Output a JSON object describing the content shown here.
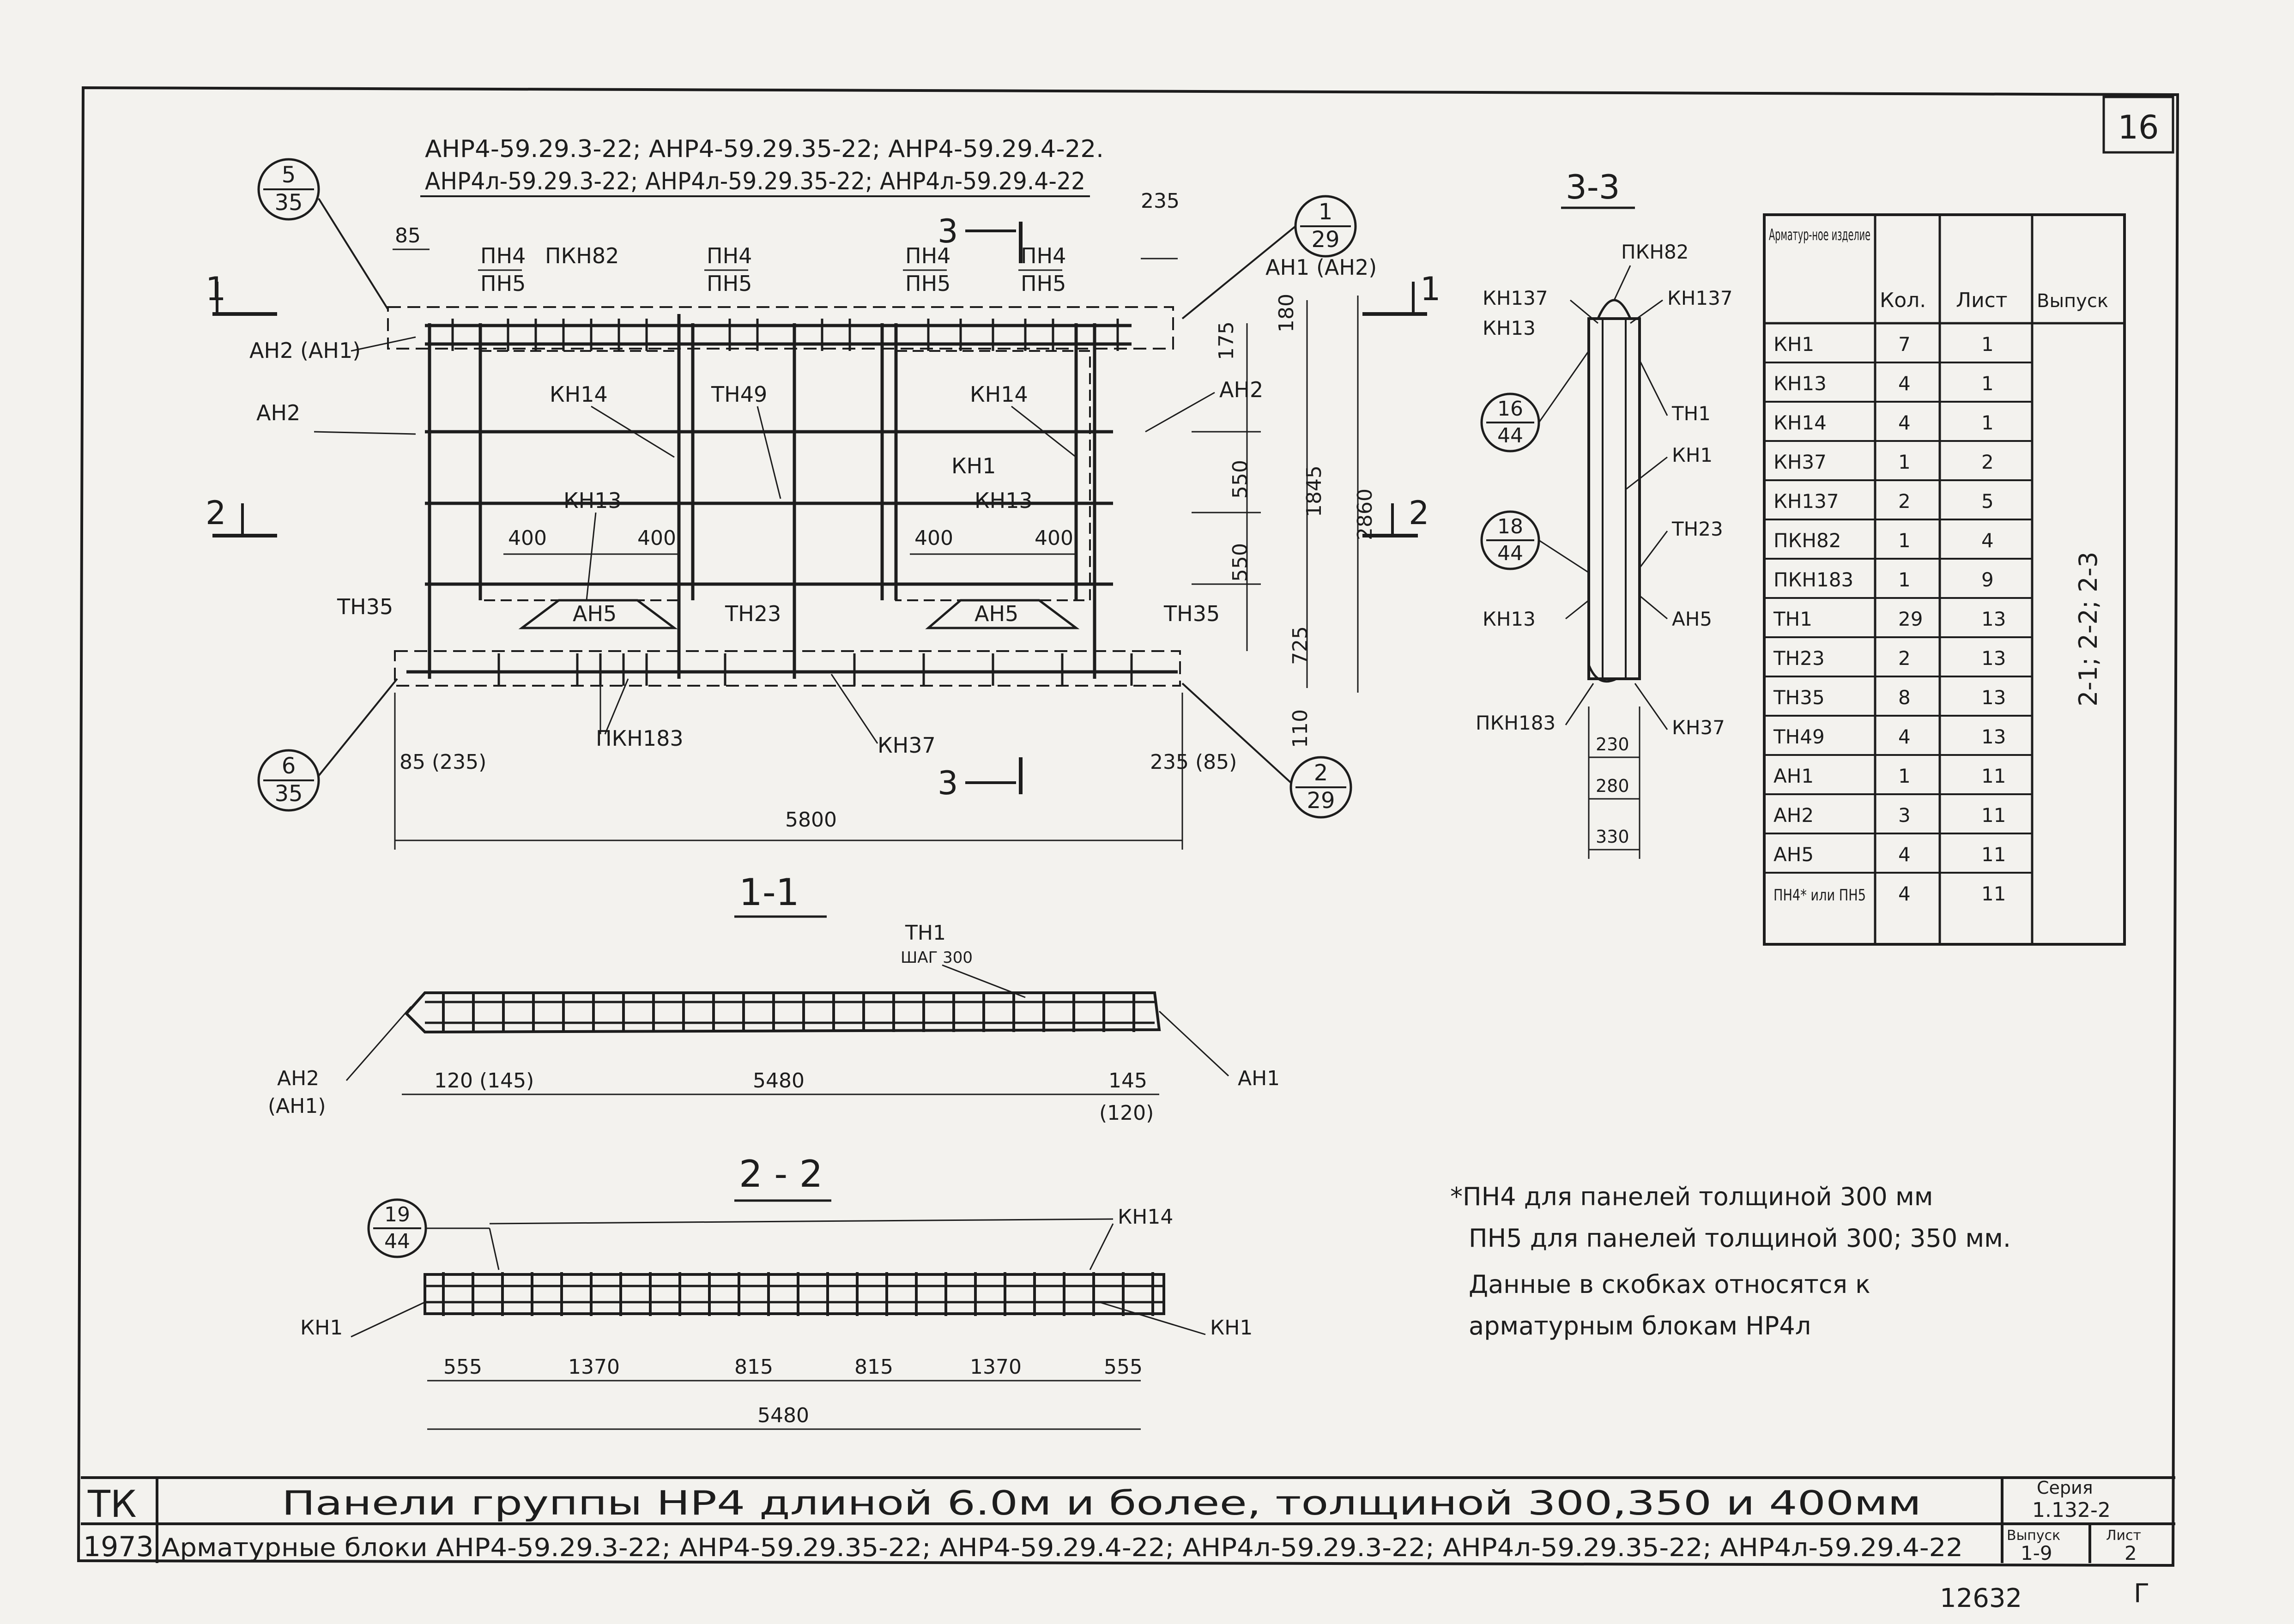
{
  "sheet_number": "16",
  "bottom_code": "12632",
  "bottom_mark": "Г",
  "top_captions": [
    "АНР4-59.29.3-22; АНР4-59.29.35-22; АНР4-59.29.4-22.",
    "АНР4л-59.29.3-22; АНР4л-59.29.35-22; АНР4л-59.29.4-22"
  ],
  "section_cuts": {
    "s1": "1",
    "s2": "2",
    "s3": "3"
  },
  "callouts": {
    "c5_35": {
      "top": "5",
      "bottom": "35"
    },
    "c1_29": {
      "top": "1",
      "bottom": "29"
    },
    "c6_35": {
      "top": "6",
      "bottom": "35"
    },
    "c2_29": {
      "top": "2",
      "bottom": "29"
    },
    "c16_44": {
      "top": "16",
      "bottom": "44"
    },
    "c18_44": {
      "top": "18",
      "bottom": "44"
    },
    "c19_44": {
      "top": "19",
      "bottom": "44"
    }
  },
  "elevation": {
    "labels": {
      "pn4_a": "ПН4",
      "pn5_a": "ПН5",
      "pkn82": "ПКН82",
      "pn4_b": "ПН4",
      "pn5_b": "ПН5",
      "pn4_c": "ПН4",
      "pn5_c": "ПН5",
      "pn4_d": "ПН4",
      "pn5_d": "ПН5",
      "an2_an1": "АН2 (АН1)",
      "an1_an2": "АН1 (АН2)",
      "an2_left": "АН2",
      "an2_right": "АН2",
      "kn14_left": "КН14",
      "th49": "ТН49",
      "kn14_right": "КН14",
      "kn1": "КН1",
      "kn13_left": "КН13",
      "kn13_right": "КН13",
      "an5_left": "АН5",
      "an5_right": "АН5",
      "th35_left": "ТН35",
      "th23": "ТН23",
      "th35_right": "ТН35",
      "pkn183": "ПКН183",
      "kn37": "КН37"
    },
    "dims": {
      "d85_top": "85",
      "d235_top": "235",
      "d180": "180",
      "d175": "175",
      "d550_a": "550",
      "d550_b": "550",
      "d1845": "1845",
      "d2860": "2860",
      "d725": "725",
      "d110": "110",
      "d400_a": "400",
      "d400_b": "400",
      "d400_c": "400",
      "d400_d": "400",
      "d85_235": "85 (235)",
      "d235_85": "235 (85)",
      "d5800": "5800"
    }
  },
  "section33": {
    "title": "3-3",
    "labels": {
      "pkn82": "ПКН82",
      "kn137_a": "КН137",
      "kn13_top": "КН13",
      "kn137_b": "КН137",
      "th1": "ТН1",
      "kn1": "КН1",
      "th23": "ТН23",
      "kn13_bottom": "КН13",
      "an5": "АН5",
      "pkn183": "ПКН183",
      "kn37": "КН37"
    },
    "dims": {
      "d230": "230",
      "d280": "280",
      "d330": "330"
    }
  },
  "section11": {
    "title": "1-1",
    "labels": {
      "th1": "ТН1",
      "step": "ШАГ 300",
      "an2": "АН2",
      "an1_paren": "(АН1)",
      "an1": "АН1"
    },
    "dims": {
      "d120_145": "120 (145)",
      "d5480": "5480",
      "d145": "145",
      "d120": "(120)"
    }
  },
  "section22": {
    "title": "2 - 2",
    "labels": {
      "kn14": "КН14",
      "kn1_left": "КН1",
      "kn1_right": "КН1"
    },
    "dims": {
      "d555_a": "555",
      "d1370_a": "1370",
      "d815_a": "815",
      "d815_b": "815",
      "d1370_b": "1370",
      "d555_b": "555",
      "d5480": "5480"
    }
  },
  "spec_table": {
    "headers": [
      "Арматур-ное изделие",
      "Кол.",
      "Лист",
      "Выпуск"
    ],
    "rows": [
      [
        "КН1",
        "7",
        "1"
      ],
      [
        "КН13",
        "4",
        "1"
      ],
      [
        "КН14",
        "4",
        "1"
      ],
      [
        "КН37",
        "1",
        "2"
      ],
      [
        "КН137",
        "2",
        "5"
      ],
      [
        "ПКН82",
        "1",
        "4"
      ],
      [
        "ПКН183",
        "1",
        "9"
      ],
      [
        "ТН1",
        "29",
        "13"
      ],
      [
        "ТН23",
        "2",
        "13"
      ],
      [
        "ТН35",
        "8",
        "13"
      ],
      [
        "ТН49",
        "4",
        "13"
      ],
      [
        "АН1",
        "1",
        "11"
      ],
      [
        "АН2",
        "3",
        "11"
      ],
      [
        "АН5",
        "4",
        "11"
      ],
      [
        "ПН4* или ПН5",
        "4",
        "11"
      ]
    ],
    "release": "2-1; 2-2; 2-3"
  },
  "notes": [
    "*ПН4 для панелей толщиной 300 мм",
    "ПН5 для панелей толщиной 300; 350 мм.",
    "Данные в скобках относятся к",
    "арматурным блокам НР4л"
  ],
  "title_block": {
    "org": "ТК",
    "year": "1973",
    "title": "Панели группы НР4 длиной 6.0м и более, толщиной 300,350 и 400мм",
    "subtitle": "Арматурные блоки АНР4-59.29.3-22; АНР4-59.29.35-22; АНР4-59.29.4-22; АНР4л-59.29.3-22; АНР4л-59.29.35-22; АНР4л-59.29.4-22",
    "series_label": "Серия",
    "series_value": "1.132-2",
    "issue_label": "Выпуск",
    "issue_value": "1-9",
    "sheet_label": "Лист",
    "sheet_value": "2"
  }
}
